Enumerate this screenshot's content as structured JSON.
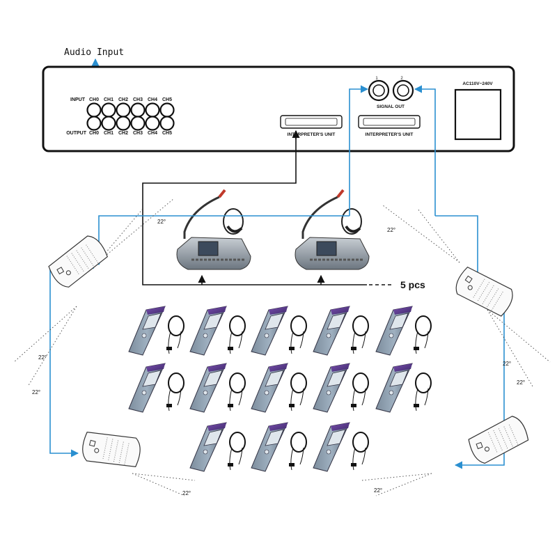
{
  "audio_input_label": "Audio Input",
  "rack": {
    "input_row_label": "INPUT",
    "output_row_label": "OUTPUT",
    "channels": [
      "CH0",
      "CH1",
      "CH2",
      "CH3",
      "CH4",
      "CH5"
    ],
    "port_left_label": "INTERPRETER'S UNIT",
    "port_right_label": "INTERPRETER'S UNIT",
    "signal_out_label": "SIGNAL OUT",
    "signal_out_ports": [
      "1",
      "2"
    ],
    "power_label": "AC110V~240V"
  },
  "units_label": "5 pcs",
  "angle_label": "22°",
  "colors": {
    "signal_line": "#2a8fd0",
    "control_line": "#111111"
  }
}
